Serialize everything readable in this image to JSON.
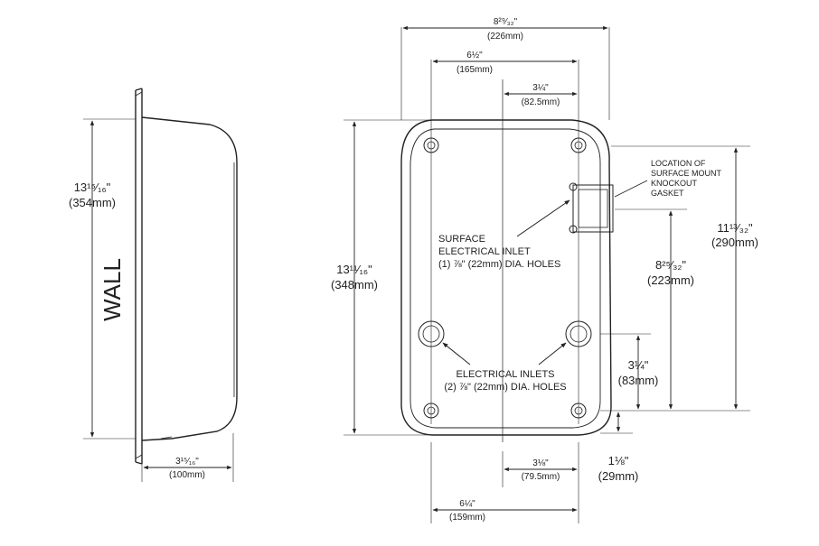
{
  "side_view": {
    "wall_label": "WALL",
    "height_in": "13¹⁵⁄₁₆\"",
    "height_mm": "(354mm)",
    "depth_in": "3¹⁵⁄₁₆\"",
    "depth_mm": "(100mm)"
  },
  "front_view": {
    "overall_width_in": "8²⁹⁄₃₂\"",
    "overall_width_mm": "(226mm)",
    "mount_width_in": "6½\"",
    "mount_width_mm": "(165mm)",
    "half_width_in": "3¼\"",
    "half_width_mm": "(82.5mm)",
    "height_in": "13¹¹⁄₁₆\"",
    "height_mm": "(348mm)",
    "surface_inlet_label_1": "SURFACE",
    "surface_inlet_label_2": "ELECTRICAL INLET",
    "surface_inlet_label_3": "(1) ⅞\" (22mm) DIA. HOLES",
    "inlets_label_1": "ELECTRICAL INLETS",
    "inlets_label_2": "(2) ⅞\" (22mm) DIA. HOLES",
    "gasket_label_1": "LOCATION OF",
    "gasket_label_2": "SURFACE MOUNT",
    "gasket_label_3": "KNOCKOUT",
    "gasket_label_4": "GASKET",
    "right_height_in": "11¹³⁄₃₂\"",
    "right_height_mm": "(290mm)",
    "gasket_height_in": "8²⁵⁄₃₂\"",
    "gasket_height_mm": "(223mm)",
    "inlet_height_in": "3¼\"",
    "inlet_height_mm": "(83mm)",
    "bottom_offset_in": "1⅛\"",
    "bottom_offset_mm": "(29mm)",
    "inlet_half_in": "3⅛\"",
    "inlet_half_mm": "(79.5mm)",
    "inlet_span_in": "6¼\"",
    "inlet_span_mm": "(159mm)"
  }
}
